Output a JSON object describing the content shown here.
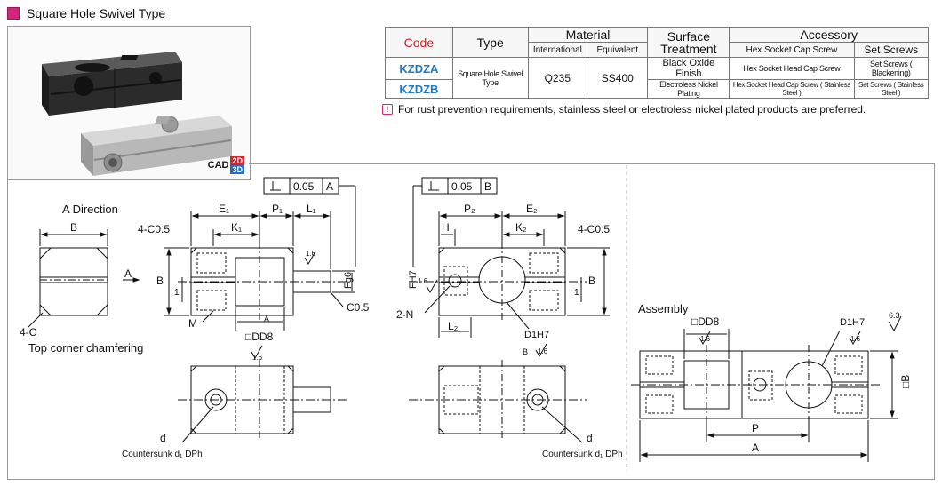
{
  "header": {
    "title": "Square Hole Swivel Type"
  },
  "cad": {
    "label": "CAD",
    "tag_2d": "2D",
    "tag_3d": "3D"
  },
  "table": {
    "h_code": "Code",
    "h_type": "Type",
    "h_material": "Material",
    "h_international": "International",
    "h_equivalent": "Equivalent",
    "h_surface_1": "Surface",
    "h_surface_2": "Treatment",
    "h_accessory": "Accessory",
    "h_hex": "Hex Socket Cap Screw",
    "h_set": "Set Screws",
    "code_a": "KZDZA",
    "code_b": "KZDZB",
    "type": "Square Hole Swivel Type",
    "international": "Q235",
    "equivalent": "SS400",
    "surface_a": "Black Oxide Finish",
    "surface_b": "Electroless Nickel Plating",
    "hex_a": "Hex Socket Head Cap Screw",
    "hex_b": "Hex Socket Head Cap Screw ( Stainless Steel )",
    "set_a": "Set Screws ( Blackening)",
    "set_b": "Set Screws ( Stainless Steel )"
  },
  "note": {
    "icon": "!",
    "text": "For rust prevention requirements, stainless steel or electroless nickel plated products are preferred."
  },
  "drawing": {
    "a_direction": "A Direction",
    "b": "B",
    "four_c": "4-C",
    "top_corner": "Top corner chamfering",
    "four_c05": "4-C0.5",
    "a_arrow": "A",
    "m": "M",
    "e1": "E₁",
    "p1": "P₁",
    "l1": "L₁",
    "k1": "K₁",
    "tol1": "0.05",
    "tol1_ref": "A",
    "rough": "1.6",
    "fg6": "Fg6",
    "c05": "C0.5",
    "circle_a": "A",
    "dd8": "□DD8",
    "one": "1",
    "tol2": "0.05",
    "tol2_ref": "B",
    "p2": "P₂",
    "e2": "E₂",
    "h": "H",
    "k2": "K₂",
    "fh7": "FH7",
    "two_n": "2-N",
    "l2": "L₂",
    "d1h7": "D1H7",
    "circle_b": "B",
    "d": "d",
    "countersunk": "Countersunk d₁ DPh",
    "assembly": "Assembly",
    "roughness": "6.3",
    "square_b": "□B",
    "p": "P",
    "a_dim": "A"
  }
}
